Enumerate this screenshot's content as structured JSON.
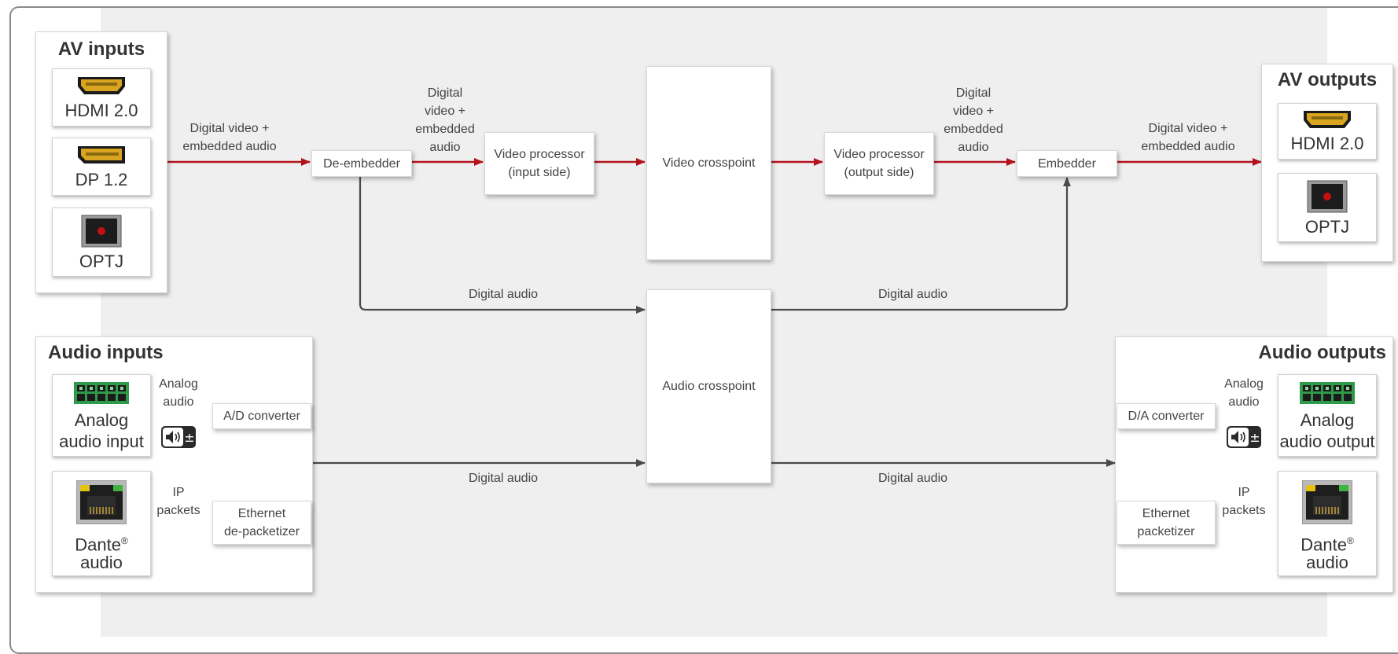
{
  "panels": {
    "av_inputs": "AV inputs",
    "av_outputs": "AV outputs",
    "audio_inputs": "Audio inputs",
    "audio_outputs": "Audio outputs"
  },
  "ports": {
    "hdmi_in": "HDMI 2.0",
    "dp_in": "DP 1.2",
    "optj_in": "OPTJ",
    "hdmi_out": "HDMI 2.0",
    "optj_out": "OPTJ",
    "analog_in": [
      "Analog",
      "audio input"
    ],
    "dante_in": [
      "Dante",
      "audio"
    ],
    "analog_out": [
      "Analog",
      "audio output"
    ],
    "dante_out": [
      "Dante",
      "audio"
    ],
    "registered_mark": "®"
  },
  "blocks": {
    "de_embedder": "De-embedder",
    "vp_in": [
      "Video processor",
      "(input side)"
    ],
    "video_crosspoint": "Video crosspoint",
    "vp_out": [
      "Video processor",
      "(output side)"
    ],
    "embedder": "Embedder",
    "audio_crosspoint": "Audio crosspoint",
    "ad_converter": "A/D converter",
    "da_converter": "D/A converter",
    "eth_depacketizer": [
      "Ethernet",
      "de-packetizer"
    ],
    "eth_packetizer": [
      "Ethernet",
      "packetizer"
    ]
  },
  "signals": {
    "dv_embedded_1": [
      "Digital video +",
      "embedded audio"
    ],
    "dv_embedded_2": [
      "Digital",
      "video +",
      "embedded",
      "audio"
    ],
    "dv_embedded_3": [
      "Digital",
      "video +",
      "embedded",
      "audio"
    ],
    "dv_embedded_4": [
      "Digital video +",
      "embedded audio"
    ],
    "digital_audio_top_left": "Digital audio",
    "digital_audio_top_right": "Digital audio",
    "digital_audio_bottom_left": "Digital audio",
    "digital_audio_bottom_right": "Digital audio",
    "analog_audio_in": [
      "Analog",
      "audio"
    ],
    "analog_audio_out": [
      "Analog",
      "audio"
    ],
    "ip_packets_in": [
      "IP",
      "packets"
    ],
    "ip_packets_out": [
      "IP",
      "packets"
    ]
  },
  "colors": {
    "video_path": "#b3121c",
    "audio_path": "#4a4a4a",
    "ip_path": "#9a9a9a",
    "background": "#efefef"
  },
  "icons": [
    "hdmi-connector-icon",
    "displayport-connector-icon",
    "optical-toslink-icon",
    "terminal-block-icon",
    "rj45-ethernet-icon",
    "volume-adjust-icon"
  ]
}
